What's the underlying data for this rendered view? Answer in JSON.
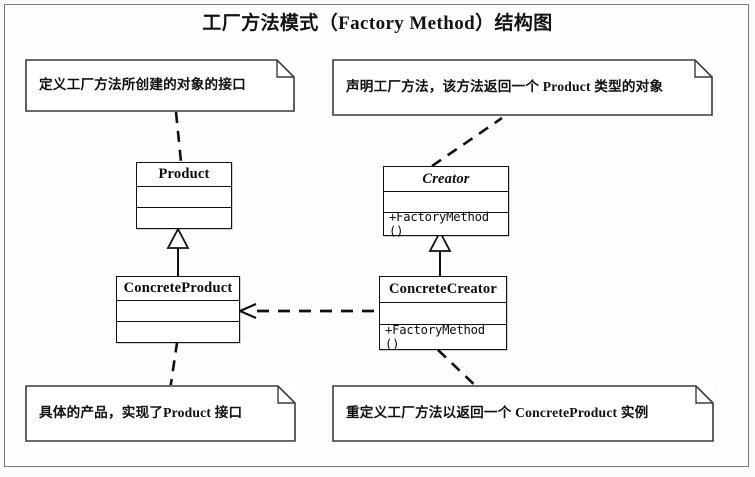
{
  "diagram": {
    "title": "工厂方法模式（Factory Method）结构图",
    "type": "uml-class-diagram",
    "background_color": "#fbfbfa",
    "line_color": "#111111",
    "box_fill": "#ffffff"
  },
  "classes": [
    {
      "id": "product",
      "name": "Product",
      "abstract": false,
      "attributes": [],
      "operations": []
    },
    {
      "id": "creator",
      "name": "Creator",
      "abstract": true,
      "attributes": [],
      "operations": [
        "+FactoryMethod ()"
      ]
    },
    {
      "id": "concrete-product",
      "name": "ConcreteProduct",
      "abstract": false,
      "attributes": [],
      "operations": []
    },
    {
      "id": "concrete-creator",
      "name": "ConcreteCreator",
      "abstract": false,
      "attributes": [],
      "operations": [
        "+FactoryMethod ()"
      ]
    }
  ],
  "notes": [
    {
      "id": "note-product",
      "text": "定义工厂方法所创建的对象的接口",
      "attached_to": "Product"
    },
    {
      "id": "note-creator",
      "text": "声明工厂方法，该方法返回一个 Product 类型的对象",
      "attached_to": "Creator"
    },
    {
      "id": "note-concrete-product",
      "text": "具体的产品，实现了Product 接口",
      "attached_to": "ConcreteProduct"
    },
    {
      "id": "note-concrete-creator",
      "text": "重定义工厂方法以返回一个 ConcreteProduct 实例",
      "attached_to": "ConcreteCreator"
    }
  ],
  "relationships": [
    {
      "id": "gen-product",
      "kind": "generalization",
      "from": "ConcreteProduct",
      "to": "Product",
      "style": "solid-line-hollow-triangle"
    },
    {
      "id": "gen-creator",
      "kind": "generalization",
      "from": "ConcreteCreator",
      "to": "Creator",
      "style": "solid-line-hollow-triangle"
    },
    {
      "id": "dep-creates",
      "kind": "dependency",
      "from": "ConcreteCreator",
      "to": "ConcreteProduct",
      "style": "dashed-line-open-arrow"
    }
  ]
}
